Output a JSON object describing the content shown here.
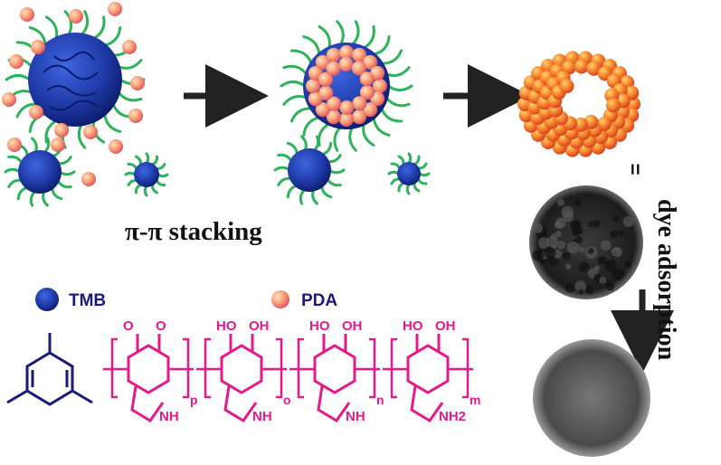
{
  "labels": {
    "stacking": "π-π stacking",
    "dye_adsorption": "dye adsorption",
    "equals": "=",
    "tmb": "TMB",
    "pda": "PDA"
  },
  "polymer": {
    "units": [
      {
        "top_left": "O",
        "top_right": "O",
        "ring_n": "NH",
        "subscript": "p"
      },
      {
        "top_left": "HO",
        "top_right": "OH",
        "ring_n": "NH",
        "subscript": "o"
      },
      {
        "top_left": "HO",
        "top_right": "OH",
        "ring_n": "NH",
        "subscript": "n"
      },
      {
        "top_left": "HO",
        "top_right": "OH",
        "ring_n": "NH2",
        "subscript": "m"
      }
    ]
  },
  "colors": {
    "tmb_blue": "#1f3aa8",
    "tmb_dark": "#0b1a66",
    "pda_pink": "#f07a80",
    "ligand_green": "#2db35a",
    "polymer_magenta": "#e6198a",
    "arrow_dark": "#222222",
    "capsule_orange": "#f26b2f",
    "tem_dark": "#1c1c1c",
    "tem_gray": "#4a4a4a"
  }
}
